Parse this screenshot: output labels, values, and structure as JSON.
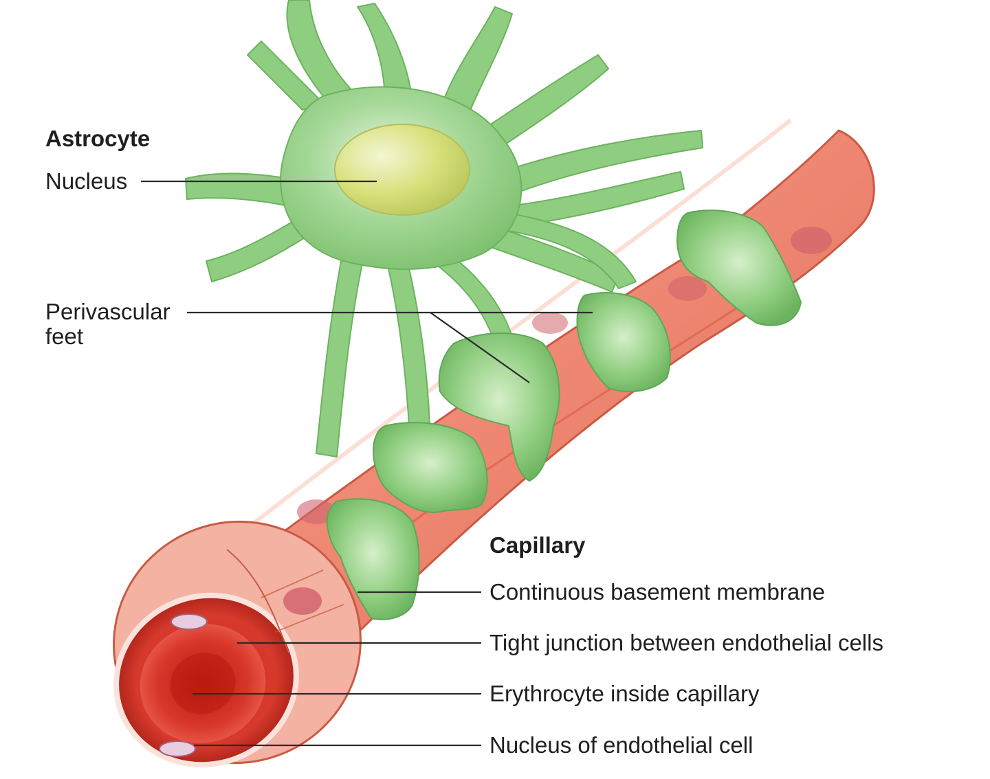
{
  "astrocyte": {
    "heading": "Astrocyte",
    "nucleus": "Nucleus",
    "feet_line1": "Perivascular",
    "feet_line2": "feet"
  },
  "capillary": {
    "heading": "Capillary",
    "basement": "Continuous basement membrane",
    "tight": "Tight junction between endothelial cells",
    "erythrocyte": "Erythrocyte inside capillary",
    "endo_nucleus": "Nucleus of endothelial cell"
  },
  "colors": {
    "astrocyte_green": "#86c97a",
    "astrocyte_dark": "#5fa856",
    "nucleus_yellow": "#d7e07a",
    "capillary_red": "#e8705c",
    "capillary_light": "#f6b7a8",
    "erythrocyte_red": "#d42a1e"
  }
}
